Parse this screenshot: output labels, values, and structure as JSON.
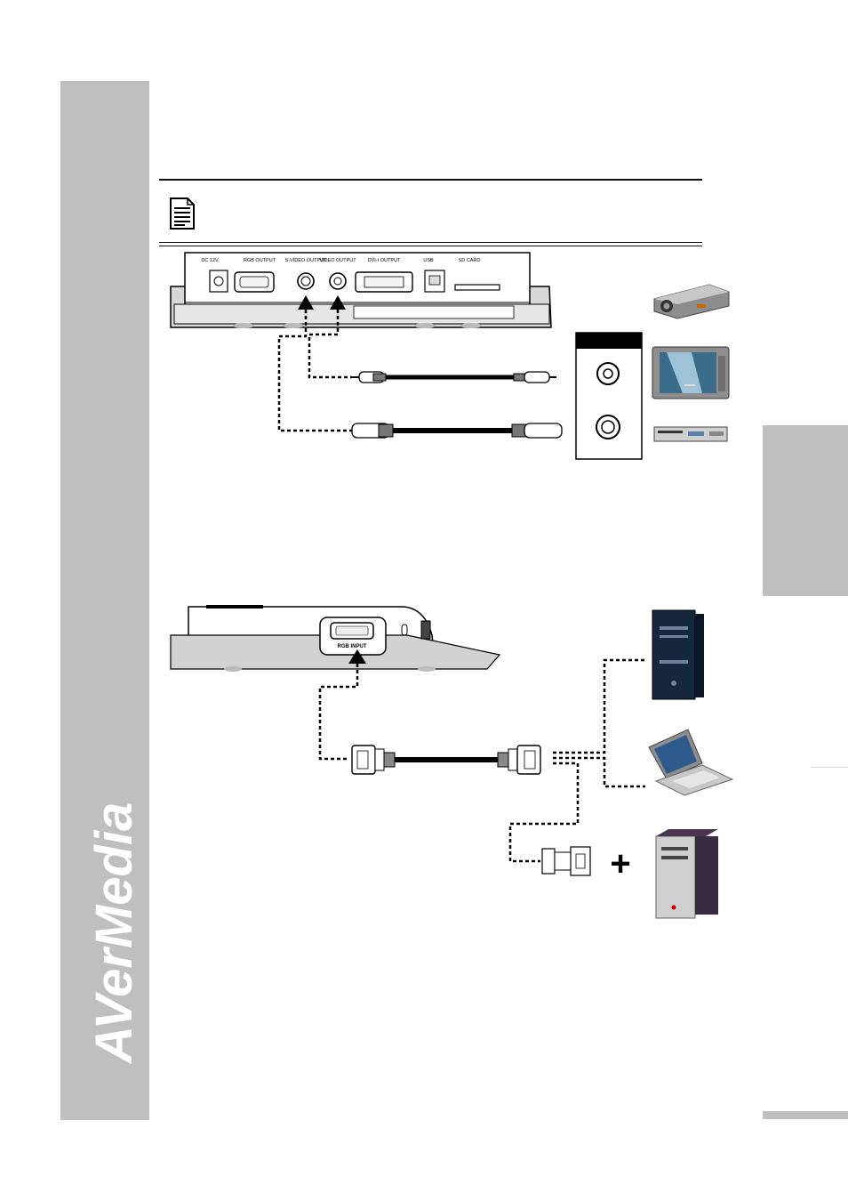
{
  "brand": {
    "name": "AVerMedia"
  },
  "panel_a": {
    "port_labels": {
      "dc": "DC 12V",
      "rgb_out": "RGB OUTPUT",
      "svideo_out": "S-VIDEO OUTPUT",
      "video_out": "VIDEO OUTPUT",
      "dvi_out": "DVI-I OUTPUT",
      "usb": "USB",
      "sd": "SD CARD"
    }
  },
  "panel_b": {
    "port_labels": {
      "rgb_in": "RGB INPUT"
    },
    "plus_sign": "+"
  },
  "colors": {
    "sidebar": "#bfbfbf",
    "rule": "#111111"
  }
}
